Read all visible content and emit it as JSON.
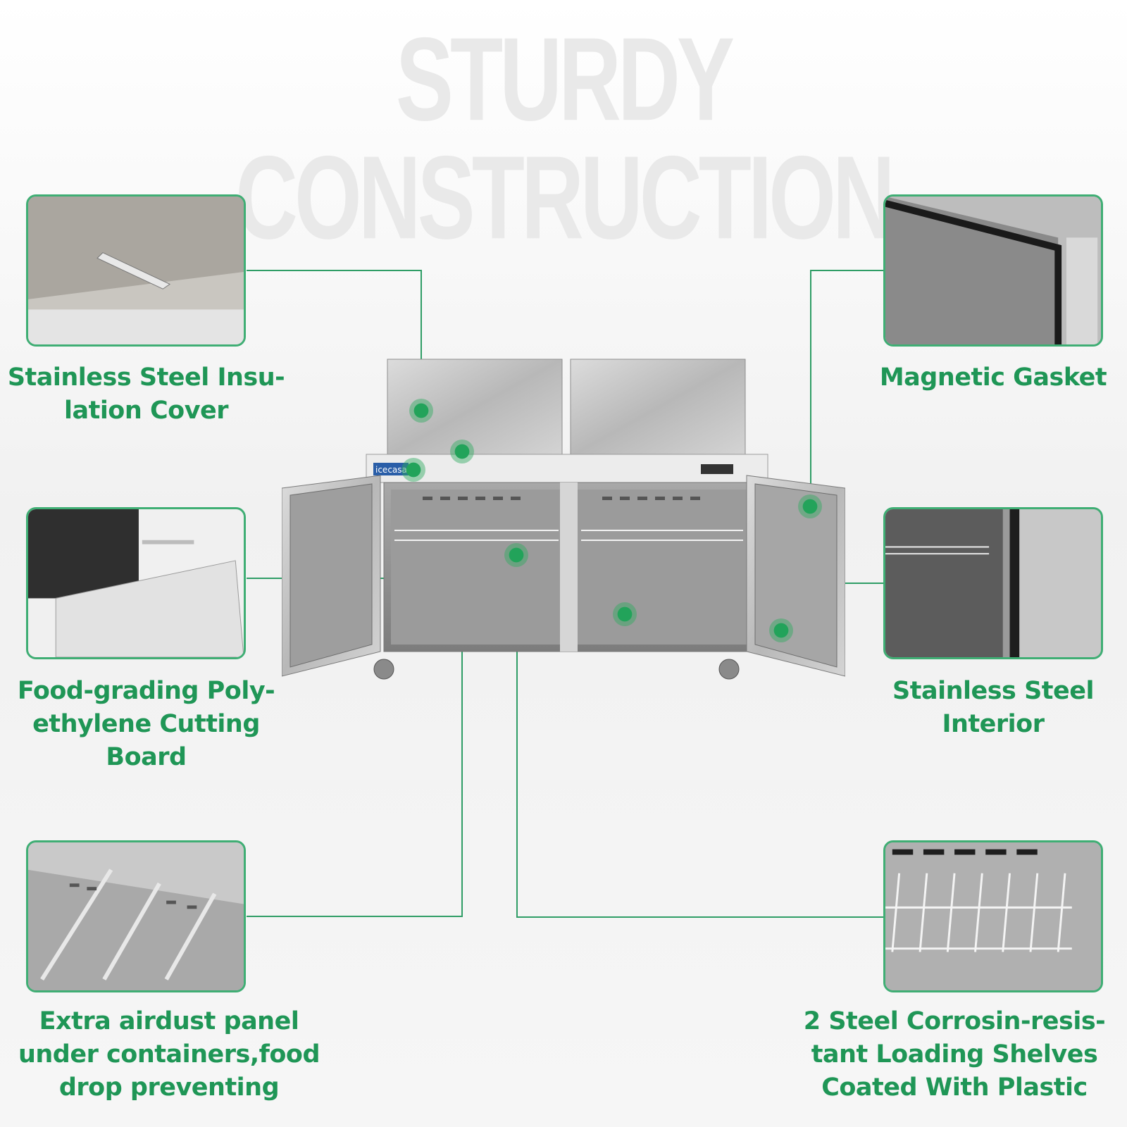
{
  "headline": "STURDY CONSTRUCTION",
  "accent_color": "#1f9656",
  "border_color": "#3fae74",
  "brand_logo": "icecasa",
  "features": [
    {
      "id": "insulation-cover",
      "label": "Stainless Steel Insu-\nlation Cover"
    },
    {
      "id": "magnetic-gasket",
      "label": "Magnetic Gasket"
    },
    {
      "id": "cutting-board",
      "label": "Food-grading Poly-\nethylene Cutting\nBoard"
    },
    {
      "id": "steel-interior",
      "label": "Stainless Steel\nInterior"
    },
    {
      "id": "airdust-panel",
      "label": "Extra airdust panel\nunder containers,food\ndrop preventing"
    },
    {
      "id": "loading-shelves",
      "label": "2 Steel Corrosin-resis-\ntant Loading Shelves\nCoated With Plastic"
    }
  ]
}
